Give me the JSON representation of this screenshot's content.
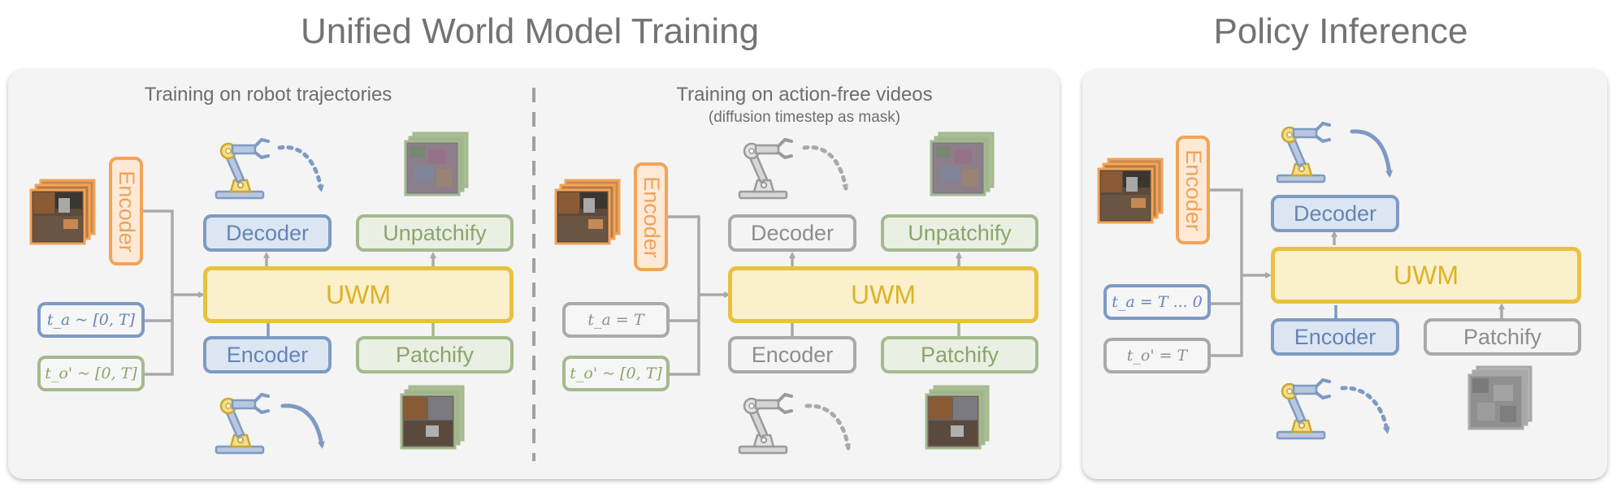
{
  "titles": {
    "training": "Unified World Model Training",
    "inference": "Policy Inference"
  },
  "training_panel": {
    "left_caption": "Training on robot trajectories",
    "right_caption": "Training on action-free videos",
    "right_note": "(diffusion timestep as mask)",
    "left": {
      "encoder_vertical": "Encoder",
      "decoder": "Decoder",
      "unpatchify": "Unpatchify",
      "uwm": "UWM",
      "encoder": "Encoder",
      "patchify": "Patchify",
      "t_action": "t_a ~ [0, T]",
      "t_obs": "t_o' ~ [0, T]"
    },
    "right": {
      "encoder_vertical": "Encoder",
      "decoder": "Decoder",
      "unpatchify": "Unpatchify",
      "uwm": "UWM",
      "encoder": "Encoder",
      "patchify": "Patchify",
      "t_action": "t_a = T",
      "t_obs": "t_o' ~ [0, T]"
    }
  },
  "inference_panel": {
    "encoder_vertical": "Encoder",
    "decoder": "Decoder",
    "uwm": "UWM",
    "encoder": "Encoder",
    "patchify": "Patchify",
    "t_action": "t_a = T ... 0",
    "t_obs": "t_o' = T"
  },
  "colors": {
    "blue": "#7d9ac3",
    "green": "#a5b98e",
    "yellow": "#e8c23f",
    "orange": "#f2a458",
    "gray": "#a9a9a9"
  }
}
